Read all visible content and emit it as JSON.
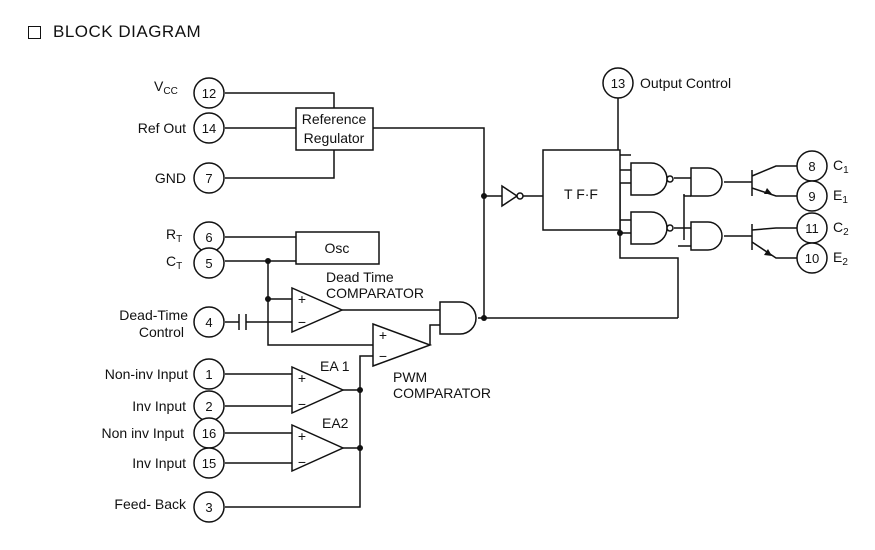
{
  "title": "BLOCK DIAGRAM",
  "pins": [
    {
      "id": "vcc",
      "number": "12",
      "label": "V",
      "sub": "CC"
    },
    {
      "id": "refout",
      "number": "14",
      "label": "Ref Out"
    },
    {
      "id": "gnd",
      "number": "7",
      "label": "GND"
    },
    {
      "id": "rt",
      "number": "6",
      "label": "R",
      "sub": "T"
    },
    {
      "id": "ct",
      "number": "5",
      "label": "C",
      "sub": "T"
    },
    {
      "id": "deadtime",
      "number": "4",
      "label": "Dead-Time",
      "label2": "Control"
    },
    {
      "id": "noninv1",
      "number": "1",
      "label": "Non-inv Input"
    },
    {
      "id": "inv1",
      "number": "2",
      "label": "Inv Input"
    },
    {
      "id": "noninv2",
      "number": "16",
      "label": "Non inv Input"
    },
    {
      "id": "inv2",
      "number": "15",
      "label": "Inv Input"
    },
    {
      "id": "feedback",
      "number": "3",
      "label": "Feed- Back"
    },
    {
      "id": "outctrl",
      "number": "13",
      "label": "Output Control"
    },
    {
      "id": "c1",
      "number": "8",
      "label": "C",
      "sub": "1"
    },
    {
      "id": "e1",
      "number": "9",
      "label": "E",
      "sub": "1"
    },
    {
      "id": "c2",
      "number": "11",
      "label": "C",
      "sub": "2"
    },
    {
      "id": "e2",
      "number": "10",
      "label": "E",
      "sub": "2"
    }
  ],
  "blocks": {
    "ref_reg_1": "Reference",
    "ref_reg_2": "Regulator",
    "osc": "Osc",
    "tff": "T F·F"
  },
  "labels": {
    "dead_time_1": "Dead Time",
    "dead_time_2": "COMPARATOR",
    "pwm_1": "PWM",
    "pwm_2": "COMPARATOR",
    "ea1": "EA 1",
    "ea2": "EA2"
  },
  "signs": {
    "plus": "+",
    "minus": "−"
  }
}
